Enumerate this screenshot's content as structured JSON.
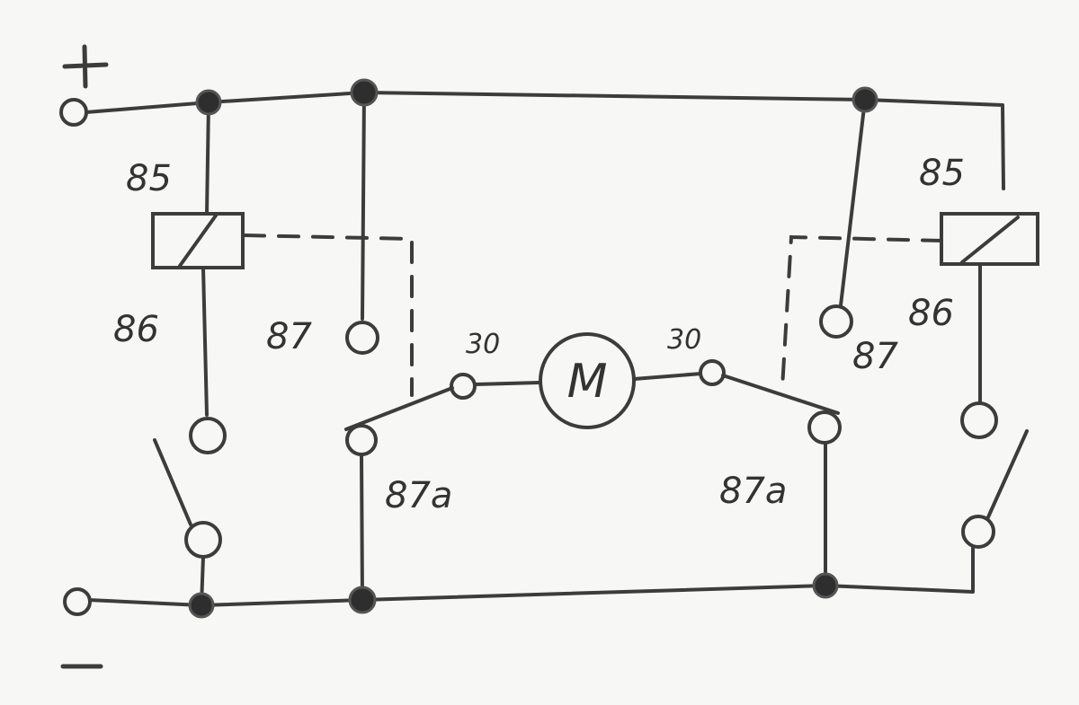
{
  "diagram": {
    "polarity": {
      "plus": "+",
      "minus": "−"
    },
    "motor": {
      "label": "M"
    },
    "left_relay": {
      "coil_pin_top": "85",
      "coil_pin_bottom": "86",
      "no_contact": "87",
      "common": "30",
      "nc_contact": "87a"
    },
    "right_relay": {
      "coil_pin_top": "85",
      "coil_pin_bottom": "86",
      "no_contact": "87",
      "common": "30",
      "nc_contact": "87a"
    }
  }
}
